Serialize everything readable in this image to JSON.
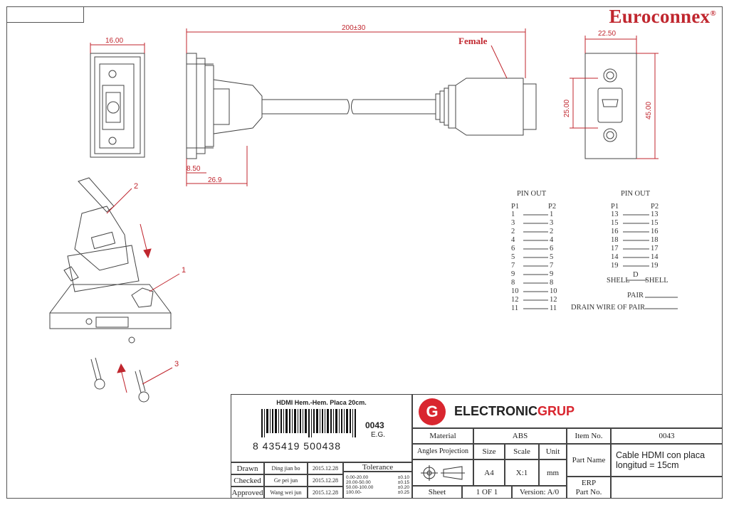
{
  "brand": {
    "name": "Euroconnex",
    "mark": "®"
  },
  "dimensions": {
    "top_width": "16.00",
    "length": "200±30",
    "plate_width": "22.50",
    "plate_height": "45.00",
    "hdmi_height": "25.00",
    "flange": "8.50",
    "body": "26.9"
  },
  "labels": {
    "female": "Female",
    "callout_1": "1",
    "callout_2": "2",
    "callout_3": "3"
  },
  "pinout_left": {
    "header": "PIN   OUT",
    "p1": "P1",
    "p2": "P2",
    "rows": [
      [
        "1",
        "1"
      ],
      [
        "3",
        "3"
      ],
      [
        "2",
        "2"
      ],
      [
        "4",
        "4"
      ],
      [
        "6",
        "6"
      ],
      [
        "5",
        "5"
      ],
      [
        "7",
        "7"
      ],
      [
        "9",
        "9"
      ],
      [
        "8",
        "8"
      ],
      [
        "10",
        "10"
      ],
      [
        "12",
        "12"
      ],
      [
        "11",
        "11"
      ]
    ]
  },
  "pinout_right": {
    "header": "PIN   OUT",
    "p1": "P1",
    "p2": "P2",
    "rows": [
      [
        "13",
        "13"
      ],
      [
        "15",
        "15"
      ],
      [
        "16",
        "16"
      ],
      [
        "18",
        "18"
      ],
      [
        "17",
        "17"
      ],
      [
        "14",
        "14"
      ],
      [
        "19",
        "19"
      ]
    ],
    "shell_left": "SHELL",
    "shell_right": "SHELL",
    "d": "D",
    "legend_pair": "PAIR",
    "legend_drain": "DRAIN WIRE OF PAIR"
  },
  "titleblock": {
    "product": "HDMI Hem.-Hem. Placa 20cm.",
    "barcode": "8 435419 500438",
    "code": "0043",
    "code_sub": "E.G.",
    "company": "ELECTRONICGRUP",
    "company_a": "ELECTRONIC",
    "company_b": "GRUP",
    "material_label": "Material",
    "material_value": "ABS",
    "item_no_label": "Item No.",
    "item_no_value": "0043",
    "angles_label": "Angles Projection",
    "size_label": "Size",
    "size_value": "A4",
    "scale_label": "Scale",
    "scale_value": "X:1",
    "unit_label": "Unit",
    "unit_value": "mm",
    "part_name_label": "Part Name",
    "part_name_value": "Cable HDMI con placa longitud = 15cm",
    "erp_label": "ERP",
    "part_no_label": "Part No.",
    "sheet_label": "Sheet",
    "sheet_value": "1 OF 1",
    "version": "Version: A/0",
    "tolerance_label": "Tolerance",
    "tolerances": [
      [
        "0.00-20.00",
        "±0.10"
      ],
      [
        "20.00-50.00",
        "±0.15"
      ],
      [
        "50.00-100.00",
        "±0.20"
      ],
      [
        "100.00-",
        "±0.25"
      ]
    ],
    "rows": [
      {
        "role": "Drawn",
        "name": "Ding jian bo",
        "date": "2015.12.28"
      },
      {
        "role": "Checked",
        "name": "Ge pei jun",
        "date": "2015.12.28"
      },
      {
        "role": "Approved",
        "name": "Wang wei jun",
        "date": "2015.12.28"
      }
    ]
  },
  "colors": {
    "accent": "#c0262e",
    "line": "#444444"
  }
}
